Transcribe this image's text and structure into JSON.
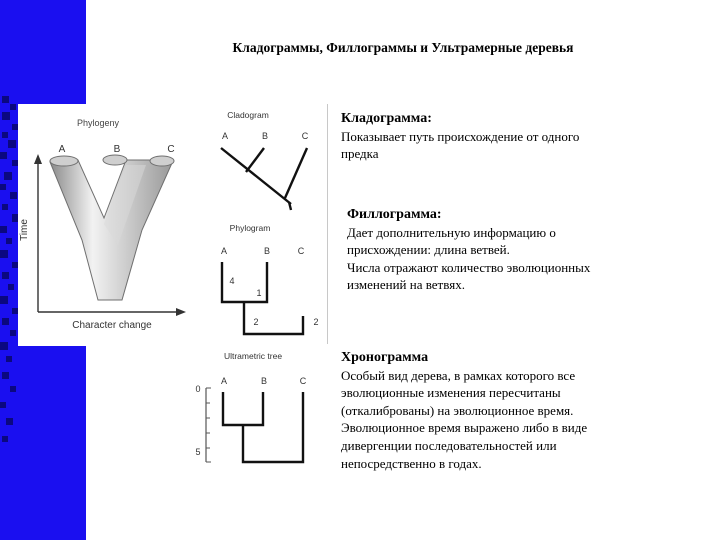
{
  "slide": {
    "title": "Кладограммы, Филлограммы и Ультрамерные деревья"
  },
  "figure": {
    "phylogeny": {
      "title": "Phylogeny",
      "taxa": [
        "A",
        "B",
        "C"
      ],
      "y_axis_label": "Time",
      "x_axis_label": "Character change"
    },
    "cladogram": {
      "title": "Cladogram",
      "taxa": [
        "A",
        "B",
        "C"
      ]
    },
    "phylogram": {
      "title": "Phylogram",
      "taxa": [
        "A",
        "B",
        "C"
      ],
      "branch_lengths": [
        "4",
        "1",
        "2",
        "2"
      ]
    },
    "ultrametric": {
      "title": "Ultrametric tree",
      "taxa": [
        "A",
        "B",
        "C"
      ],
      "scale_ticks": [
        "0",
        "5"
      ]
    }
  },
  "sections": [
    {
      "heading": "Кладограмма:",
      "lines": [
        "Показывает путь происхождение от одного",
        "предка"
      ]
    },
    {
      "heading": "Филлограмма:",
      "lines": [
        "Дает дополнительную информацию о",
        "присхождении: длина ветвей.",
        "Числа отражают количество эволюционных",
        "изменений на ветвях."
      ]
    },
    {
      "heading": "Хронограмма",
      "lines": [
        "Особый вид дерева, в рамках которого все",
        "эволюционные изменения пересчитаны",
        "(откалиброваны) на эволюционное время.",
        "Эволюционное время выражено либо в виде",
        "дивергенции последовательностей или",
        "непосредственно в годах."
      ]
    }
  ],
  "colors": {
    "sidebar": "#1a0ff0",
    "sidebar_squares": "#0b0880"
  }
}
